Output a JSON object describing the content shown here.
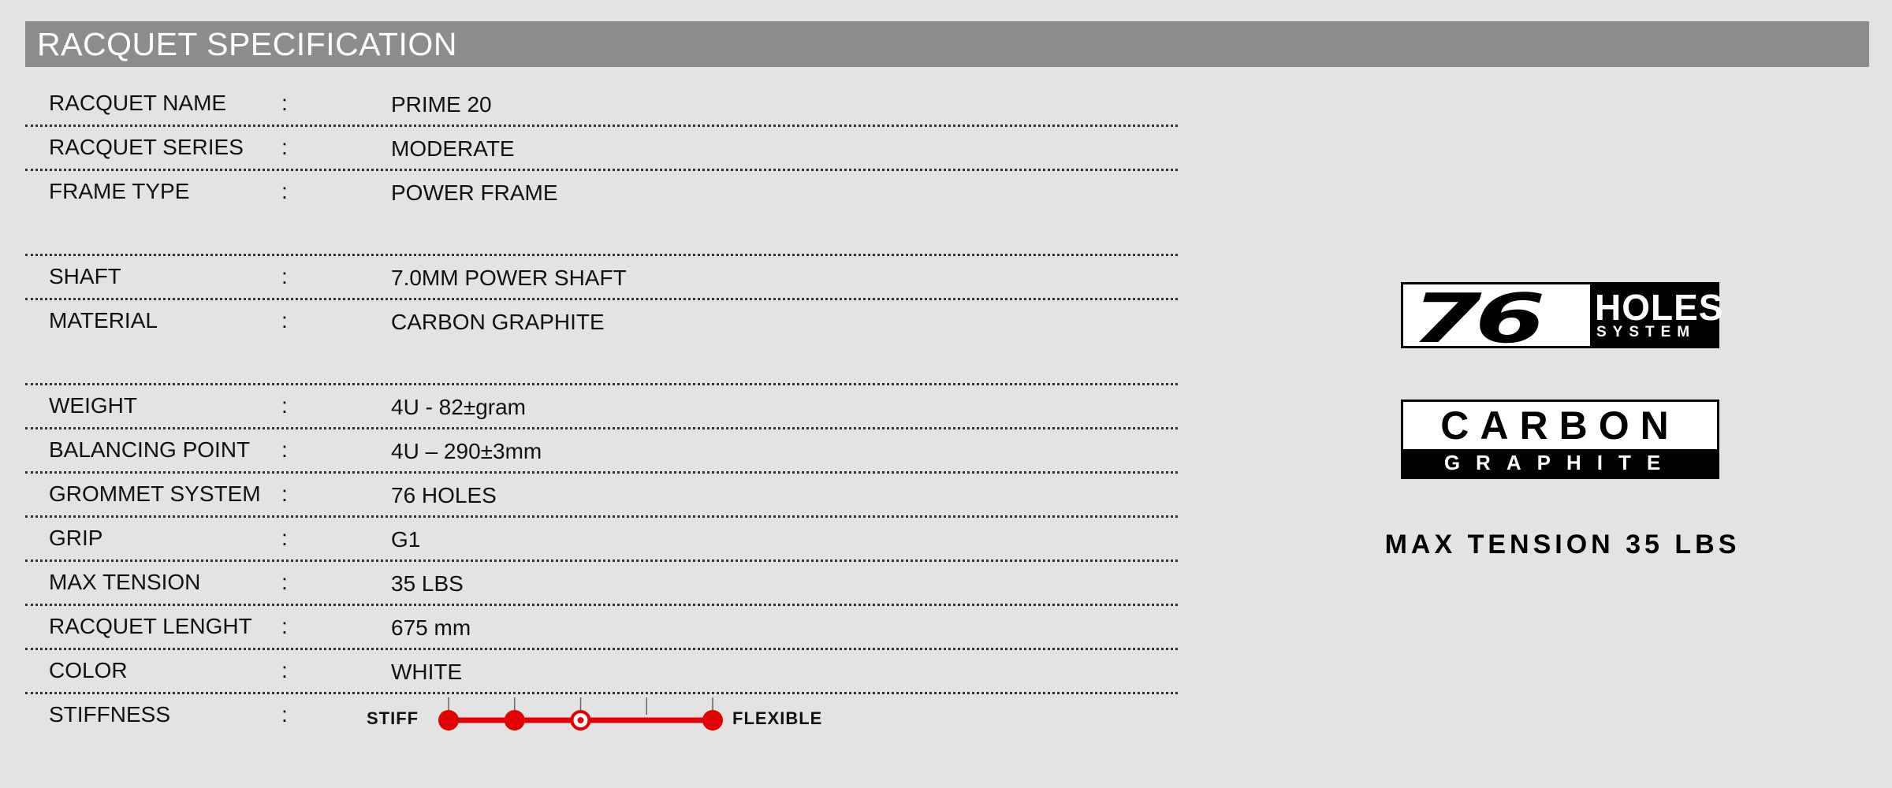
{
  "header": {
    "title": "RACQUET SPECIFICATION"
  },
  "specs": [
    {
      "label": "RACQUET NAME",
      "colon": ":",
      "value": "PRIME 20"
    },
    {
      "label": "RACQUET SERIES",
      "colon": ":",
      "value": "MODERATE"
    },
    {
      "label": "FRAME TYPE",
      "colon": ":",
      "value": "POWER FRAME"
    },
    {
      "label": "SHAFT",
      "colon": ":",
      "value": "7.0MM POWER SHAFT"
    },
    {
      "label": "MATERIAL",
      "colon": ":",
      "value": "CARBON GRAPHITE"
    },
    {
      "label": "WEIGHT",
      "colon": ":",
      "value": "4U - 82±gram"
    },
    {
      "label": "BALANCING POINT",
      "colon": ":",
      "value": "4U – 290±3mm"
    },
    {
      "label": "GROMMET SYSTEM",
      "colon": ":",
      "value": "76 HOLES"
    },
    {
      "label": "GRIP",
      "colon": ":",
      "value": "G1"
    },
    {
      "label": "MAX TENSION",
      "colon": ":",
      "value": "35 LBS"
    },
    {
      "label": "RACQUET LENGHT",
      "colon": ":",
      "value": "675 mm"
    },
    {
      "label": "COLOR",
      "colon": ":",
      "value": "WHITE"
    },
    {
      "label": "STIFFNESS",
      "colon": ":"
    }
  ],
  "stiffness": {
    "left_label": "STIFF",
    "right_label": "FLEXIBLE",
    "level": 3,
    "scale_points": 5,
    "accent": "#e30000"
  },
  "logos": {
    "holes": {
      "number": "76",
      "word": "HOLES",
      "sub": "SYSTEM"
    },
    "carbon": {
      "top": "CARBON",
      "bottom": "GRAPHITE"
    },
    "tension": "MAX TENSION 35 LBS"
  }
}
